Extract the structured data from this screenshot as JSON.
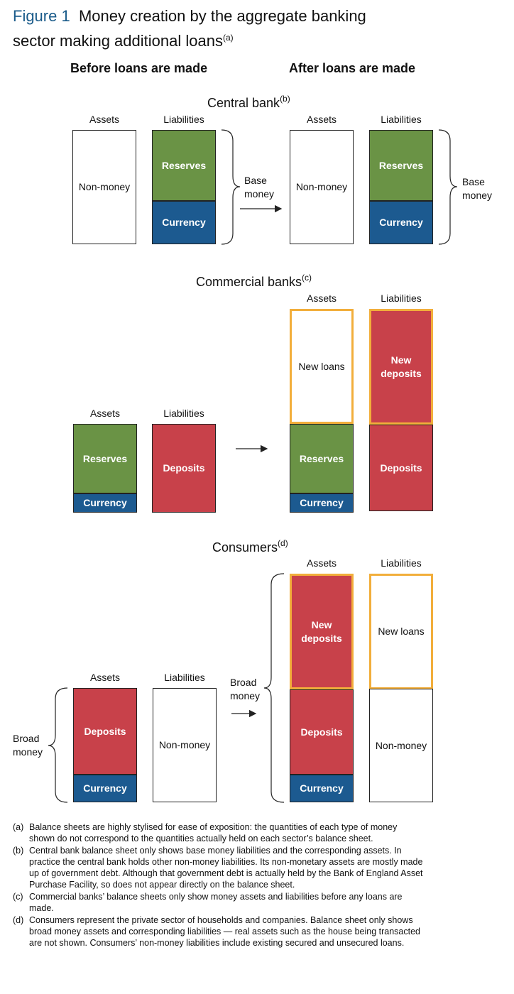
{
  "title": {
    "figure_label": "Figure 1",
    "line1": "Money creation by the aggregate banking",
    "line2": "sector making additional loans",
    "sup": "(a)"
  },
  "columns": {
    "before": "Before loans are made",
    "after": "After loans are made"
  },
  "central_bank": {
    "heading": "Central bank",
    "sup": "(b)",
    "assets": "Assets",
    "liabilities": "Liabilities",
    "non_money": "Non-money",
    "reserves": "Reserves",
    "currency": "Currency",
    "base_money": [
      "Base",
      "money"
    ]
  },
  "commercial_banks": {
    "heading": "Commercial banks",
    "sup": "(c)",
    "assets": "Assets",
    "liabilities": "Liabilities",
    "reserves": "Reserves",
    "currency": "Currency",
    "deposits": "Deposits",
    "new_loans": "New loans",
    "new_deposits": [
      "New",
      "deposits"
    ]
  },
  "consumers": {
    "heading": "Consumers",
    "sup": "(d)",
    "assets": "Assets",
    "liabilities": "Liabilities",
    "deposits": "Deposits",
    "currency": "Currency",
    "non_money": "Non-money",
    "new_deposits": [
      "New",
      "deposits"
    ],
    "new_loans": "New loans",
    "broad_money": [
      "Broad",
      "money"
    ]
  },
  "colors": {
    "title_blue": "#1a5b8a",
    "reserves_green": "#6a9345",
    "currency_blue": "#1c5a90",
    "deposits_red": "#c8414a",
    "new_item_outline": "#f2ae3b"
  },
  "notes": [
    {
      "key": "(a)",
      "text": "Balance sheets are highly stylised for ease of exposition:  the quantities of each type of money shown do not correspond to the quantities actually held on each sector’s balance sheet."
    },
    {
      "key": "(b)",
      "text": "Central bank balance sheet only shows base money liabilities and the corresponding assets. In practice the central bank holds other non-money liabilities.  Its non-monetary assets are mostly made up of government debt.  Although that government debt is actually held by the Bank of England Asset Purchase Facility, so does not appear directly on the balance sheet."
    },
    {
      "key": "(c)",
      "text": "Commercial banks’ balance sheets only show money assets and liabilities before any loans are made."
    },
    {
      "key": "(d)",
      "text": "Consumers represent the private sector of households and companies.  Balance sheet only shows broad money assets and corresponding liabilities — real assets such as the house being transacted are not shown.  Consumers’ non-money liabilities include existing secured and unsecured loans."
    }
  ]
}
